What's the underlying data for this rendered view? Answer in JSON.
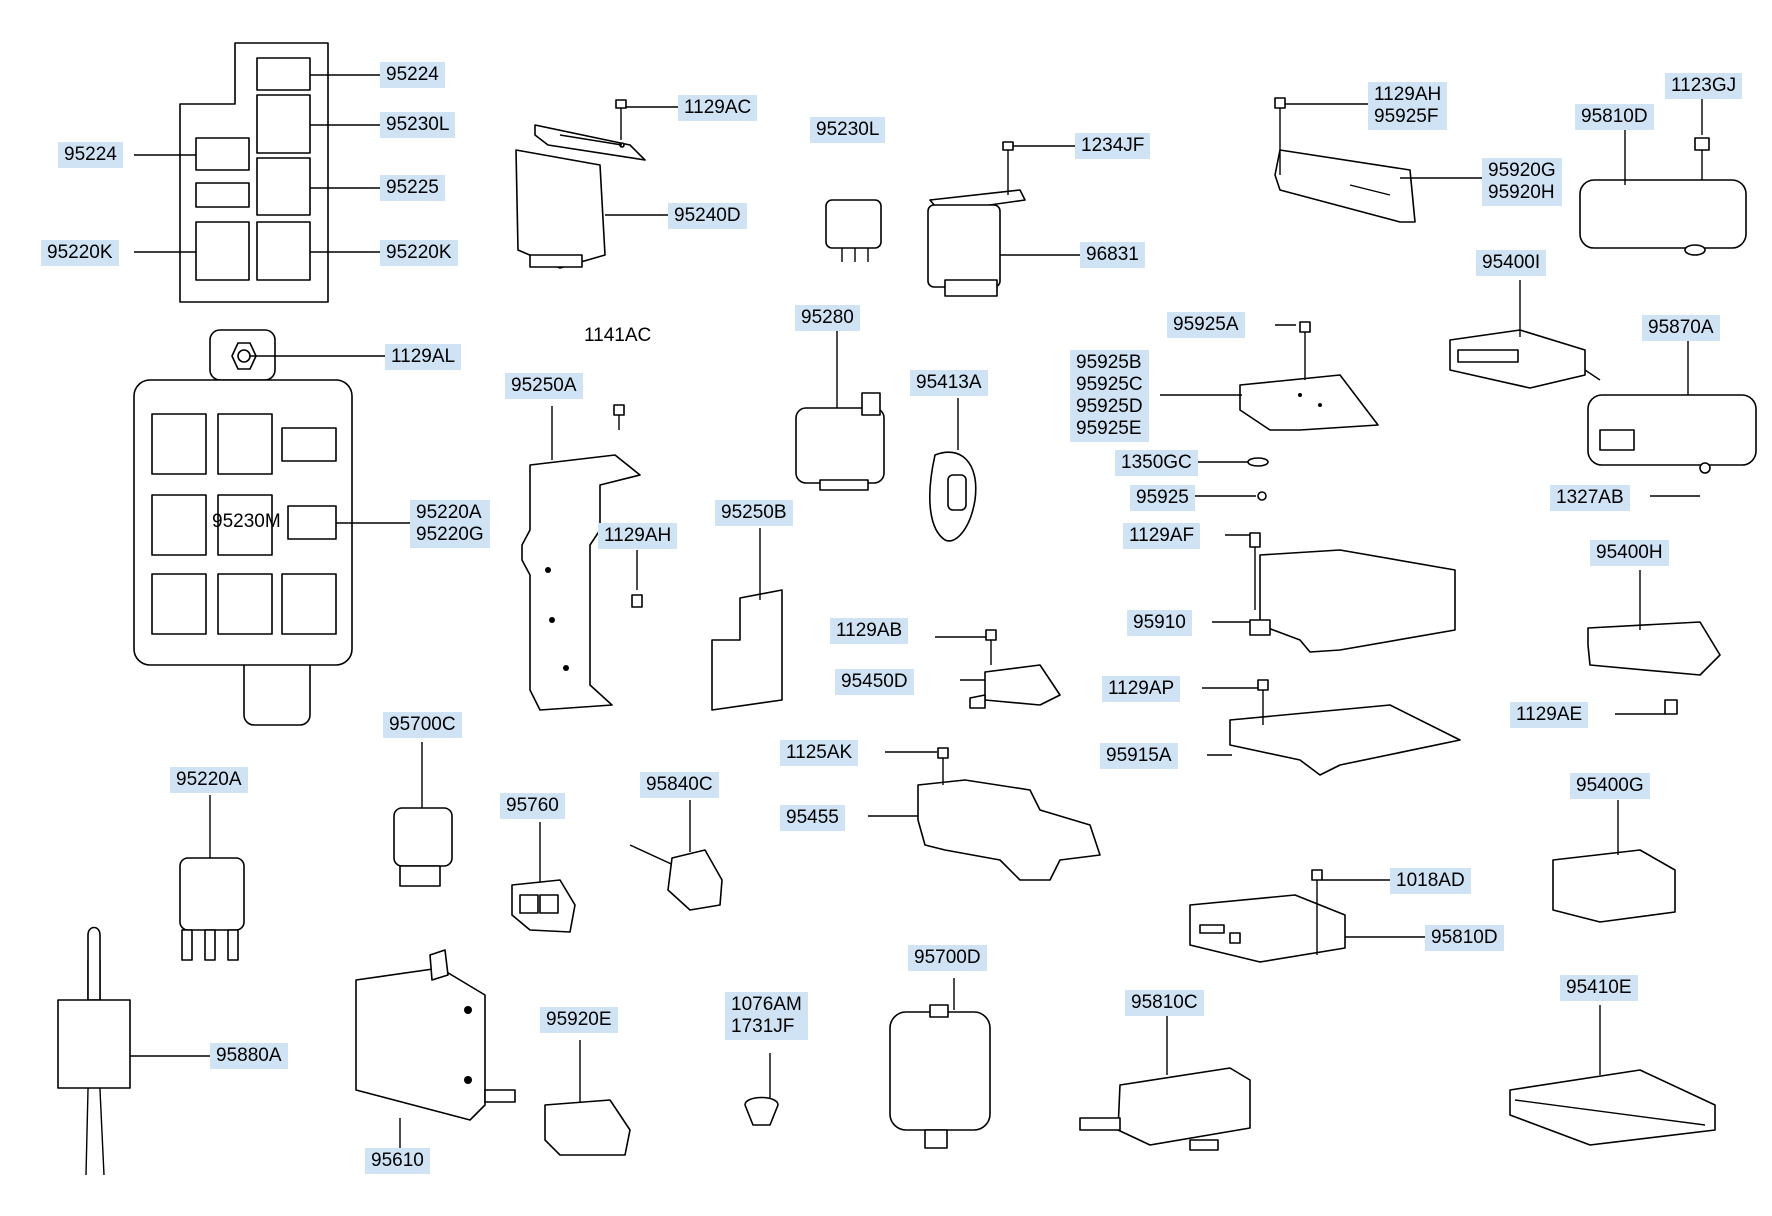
{
  "labels": {
    "p95224_a": "95224",
    "p95224_b": "95224",
    "p95230L_a": "95230L",
    "p95225": "95225",
    "p95220K_a": "95220K",
    "p95220K_b": "95220K",
    "p1129AC": "1129AC",
    "p95240D": "95240D",
    "p95230L_b": "95230L",
    "p1234JF": "1234JF",
    "p96831": "96831",
    "p1129AH_a": "1129AH",
    "p95925F": "95925F",
    "p95920G": "95920G",
    "p95920H": "95920H",
    "p1123GJ": "1123GJ",
    "p95810D_a": "95810D",
    "p1129AL": "1129AL",
    "p1141AC": "1141AC",
    "p95250A": "95250A",
    "p95280": "95280",
    "p95413A": "95413A",
    "p95925A": "95925A",
    "p95925B": "95925B",
    "p95925C": "95925C",
    "p95925D": "95925D",
    "p95925E": "95925E",
    "p95400I": "95400I",
    "p95870A": "95870A",
    "p95230M": "95230M",
    "p95220A_a": "95220A",
    "p95220G": "95220G",
    "p1129AH_b": "1129AH",
    "p95250B": "95250B",
    "p1350GC": "1350GC",
    "p95925": "95925",
    "p1327AB": "1327AB",
    "p1129AF": "1129AF",
    "p95400H": "95400H",
    "p1129AB": "1129AB",
    "p95910": "95910",
    "p95450D": "95450D",
    "p1129AP": "1129AP",
    "p1129AE": "1129AE",
    "p95915A": "95915A",
    "p95700C": "95700C",
    "p1125AK": "1125AK",
    "p95220A_b": "95220A",
    "p95840C": "95840C",
    "p95760": "95760",
    "p95455": "95455",
    "p95400G": "95400G",
    "p1018AD": "1018AD",
    "p95810D_b": "95810D",
    "p95700D": "95700D",
    "p1076AM": "1076AM",
    "p1731JF": "1731JF",
    "p95920E": "95920E",
    "p95810C": "95810C",
    "p95410E": "95410E",
    "p95880A": "95880A",
    "p95610": "95610"
  },
  "colors": {
    "label_bg": "#cfe3f5",
    "line": "#000000",
    "background": "#ffffff"
  }
}
